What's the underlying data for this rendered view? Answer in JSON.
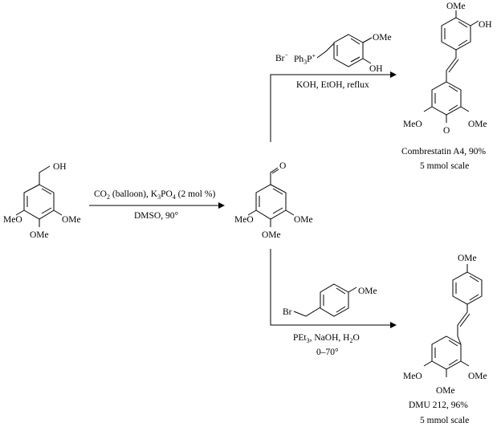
{
  "start": {
    "oh": "OH",
    "ome_left": "MeO",
    "ome_right": "OMe",
    "ome_bottom": "OMe"
  },
  "step1": {
    "reagent": "CO",
    "reagent_sub": "2",
    "reagent_mid": " (balloon), K",
    "k_sub": "3",
    "po": "PO",
    "po_sub": "4",
    "reagent_tail": " (2 mol %)",
    "conditions": "DMSO, 90°"
  },
  "aldehyde": {
    "o": "O",
    "ome_left": "MeO",
    "ome_right": "OMe",
    "ome_bottom": "OMe"
  },
  "upper": {
    "br": "Br",
    "br_charge": "−",
    "ph3p": "Ph",
    "ph3p_sub": "3",
    "p": "P",
    "p_charge": "+",
    "ylide_ome": "OMe",
    "ylide_oh": "OH",
    "conditions": "KOH, EtOH, reflux",
    "product_ome_top": "OMe",
    "product_oh": "OH",
    "product_meo": "MeO",
    "product_ome_right": "OMe",
    "product_ome_bottom": "O",
    "caption": "Combrestatin A4, 90%",
    "scale": "5 mmol scale"
  },
  "lower": {
    "br": "Br",
    "benzyl_ome": "OMe",
    "reagent_a": "PEt",
    "reagent_a_sub": "3",
    "reagent_b": ", NaOH, H",
    "reagent_b_sub": "2",
    "reagent_c": "O",
    "conditions": "0–70°",
    "product_ome_top": "OMe",
    "product_meo": "MeO",
    "product_ome_right": "OMe",
    "product_ome_bottom": "OMe",
    "caption": "DMU 212, 96%",
    "scale": "5 mmol scale"
  }
}
